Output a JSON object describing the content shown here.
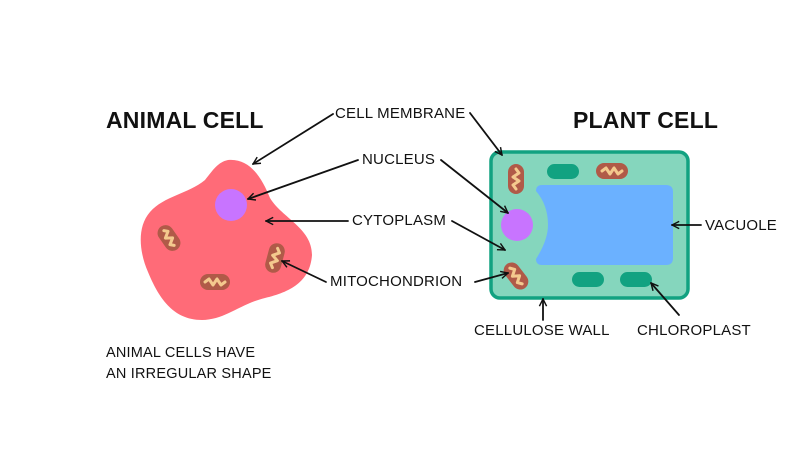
{
  "titles": {
    "animal": "ANIMAL CELL",
    "plant": "PLANT CELL"
  },
  "labels": {
    "cell_membrane": "CELL MEMBRANE",
    "nucleus": "NUCLEUS",
    "cytoplasm": "CYTOPLASM",
    "mitochondrion": "MITOCHONDRION",
    "vacuole": "VACUOLE",
    "cellulose_wall": "CELLULOSE WALL",
    "chloroplast": "CHLOROPLAST"
  },
  "note": {
    "line1": "ANIMAL CELLS HAVE",
    "line2": "AN IRREGULAR SHAPE"
  },
  "colors": {
    "animal_cytoplasm": "#ff6b78",
    "nucleus": "#c874ff",
    "mitochondrion": "#b05a48",
    "mitochondrion_inner": "#f4c98e",
    "plant_cytoplasm": "#85d6bd",
    "cellulose_wall": "#12a281",
    "vacuole": "#6bb1ff",
    "chloroplast": "#12a281",
    "arrow": "#111111"
  }
}
